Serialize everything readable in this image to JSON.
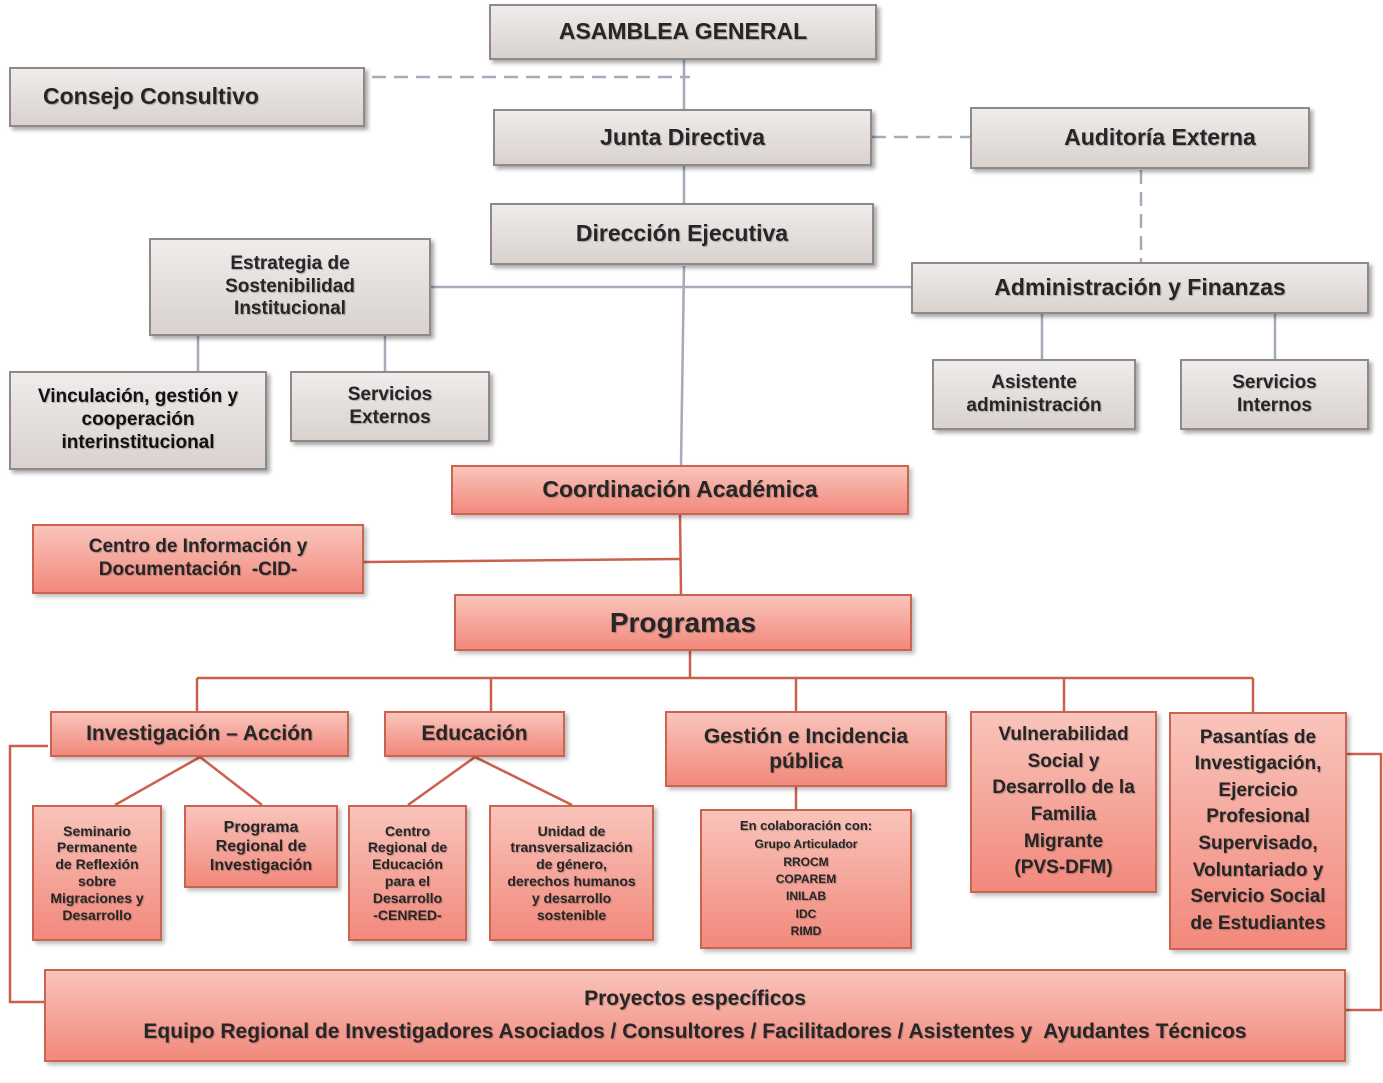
{
  "asamblea": "ASAMBLEA GENERAL",
  "consejo": "Consejo Consultivo",
  "junta": "Junta Directiva",
  "auditoria": "Auditoría Externa",
  "direccion": "Dirección Ejecutiva",
  "estrategia": [
    "Estrategia de",
    "Sostenibilidad",
    "Institucional"
  ],
  "administracion": "Administración y Finanzas",
  "vinculacion": [
    "Vinculación, gestión y",
    "cooperación",
    "interinstitucional"
  ],
  "servicios_externos": [
    "Servicios",
    "Externos"
  ],
  "asistente": [
    "Asistente",
    "administración"
  ],
  "servicios_internos": [
    "Servicios",
    "Internos"
  ],
  "coordinacion": "Coordinación Académica",
  "cid": [
    "Centro de Información y",
    "Documentación  -CID-"
  ],
  "programas": "Programas",
  "investigacion": "Investigación – Acción",
  "educacion": "Educación",
  "gestion": [
    "Gestión e Incidencia",
    "pública"
  ],
  "vulnerabilidad": [
    "Vulnerabilidad",
    "Social y",
    "Desarrollo de la",
    "Familia",
    "Migrante",
    "(PVS-DFM)"
  ],
  "pasantias": [
    "Pasantías de",
    "Investigación,",
    "Ejercicio",
    "Profesional",
    "Supervisado,",
    "Voluntariado y",
    "Servicio Social",
    "de Estudiantes"
  ],
  "seminario": [
    "Seminario",
    "Permanente",
    "de Reflexión",
    "sobre",
    "Migraciones y",
    "Desarrollo"
  ],
  "programa_regional": [
    "Programa",
    "Regional de",
    "Investigación"
  ],
  "centro_regional": [
    "Centro",
    "Regional de",
    "Educación",
    "para el",
    "Desarrollo",
    "-CENRED-"
  ],
  "unidad": [
    "Unidad de",
    "transversalización",
    "de género,",
    "derechos humanos",
    "y desarrollo",
    "sostenible"
  ],
  "colaboracion": [
    "En colaboración con:",
    "Grupo Articulador",
    "RROCM",
    "COPAREM",
    "INILAB",
    "IDC",
    "RIMD"
  ],
  "proyectos": [
    "Proyectos específicos",
    "Equipo Regional de Investigadores Asociados / Consultores / Facilitadores / Asistentes y  Ayudantes Técnicos"
  ],
  "colors": {
    "gray_fill": "#ddd6d3",
    "red_fill": "#f4a194",
    "gray_line": "#a7aab8",
    "red_line": "#c9614c"
  }
}
